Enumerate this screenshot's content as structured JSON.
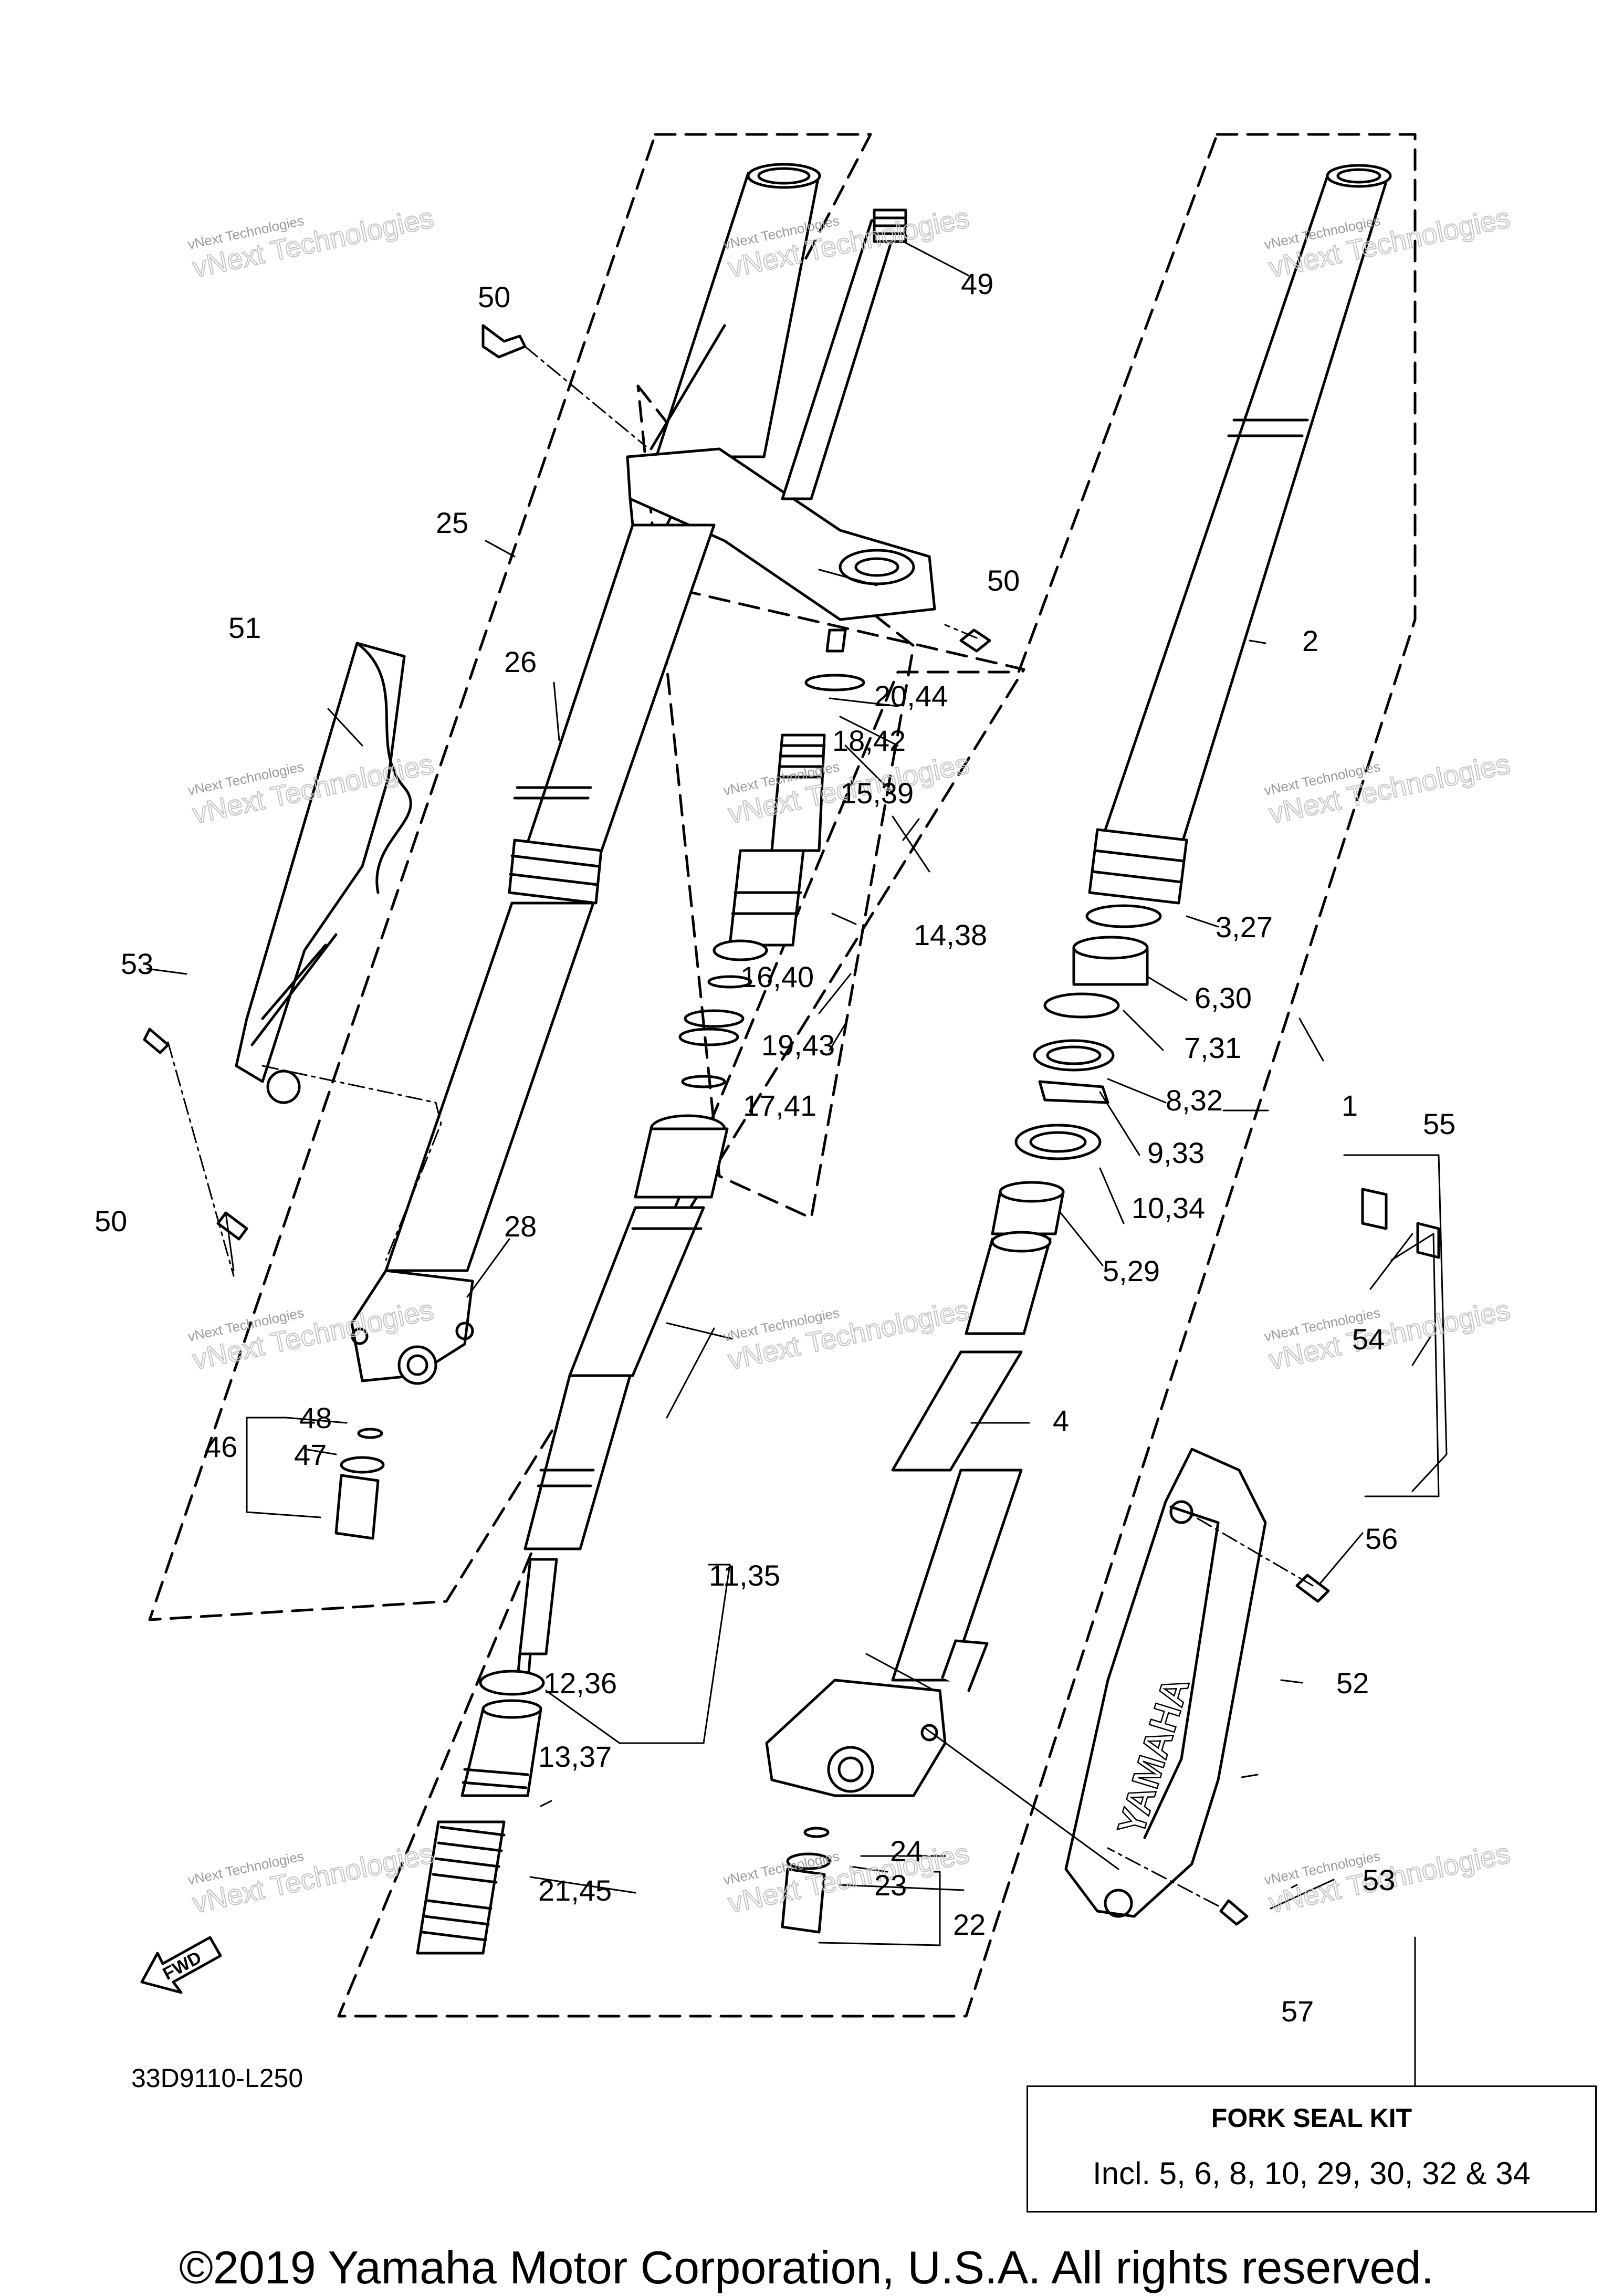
{
  "parts": [
    {
      "id": "p1",
      "label": "1"
    },
    {
      "id": "p2",
      "label": "2"
    },
    {
      "id": "p3",
      "label": "3,27"
    },
    {
      "id": "p4",
      "label": "4"
    },
    {
      "id": "p5",
      "label": "5,29"
    },
    {
      "id": "p6",
      "label": "6,30"
    },
    {
      "id": "p7",
      "label": "7,31"
    },
    {
      "id": "p8",
      "label": "8,32"
    },
    {
      "id": "p9",
      "label": "9,33"
    },
    {
      "id": "p10",
      "label": "10,34"
    },
    {
      "id": "p11",
      "label": "11,35"
    },
    {
      "id": "p12",
      "label": "12,36"
    },
    {
      "id": "p13",
      "label": "13,37"
    },
    {
      "id": "p14",
      "label": "14,38"
    },
    {
      "id": "p15",
      "label": "15,39"
    },
    {
      "id": "p16",
      "label": "16,40"
    },
    {
      "id": "p17",
      "label": "17,41"
    },
    {
      "id": "p18",
      "label": "18,42"
    },
    {
      "id": "p19",
      "label": "19,43"
    },
    {
      "id": "p20",
      "label": "20,44"
    },
    {
      "id": "p21",
      "label": "21,45"
    },
    {
      "id": "p22",
      "label": "22"
    },
    {
      "id": "p23",
      "label": "23"
    },
    {
      "id": "p24",
      "label": "24"
    },
    {
      "id": "p25",
      "label": "25"
    },
    {
      "id": "p26",
      "label": "26"
    },
    {
      "id": "p28",
      "label": "28"
    },
    {
      "id": "p46",
      "label": "46"
    },
    {
      "id": "p47",
      "label": "47"
    },
    {
      "id": "p48",
      "label": "48"
    },
    {
      "id": "p49",
      "label": "49"
    },
    {
      "id": "p50a",
      "label": "50"
    },
    {
      "id": "p50b",
      "label": "50"
    },
    {
      "id": "p50c",
      "label": "50"
    },
    {
      "id": "p51",
      "label": "51"
    },
    {
      "id": "p52",
      "label": "52"
    },
    {
      "id": "p53a",
      "label": "53"
    },
    {
      "id": "p53b",
      "label": "53"
    },
    {
      "id": "p54",
      "label": "54"
    },
    {
      "id": "p55",
      "label": "55"
    },
    {
      "id": "p56",
      "label": "56"
    },
    {
      "id": "p57",
      "label": "57"
    }
  ],
  "diagram_code": "33D9110-L250",
  "fwd_label": "FWD",
  "brand_on_guard": "YAMAHA",
  "watermark": {
    "line1": "vNext Technologies",
    "line2": "vNext Technologies"
  },
  "kit": {
    "title": "FORK SEAL KIT",
    "includes": "Incl. 5, 6, 8, 10, 29, 30, 32 & 34"
  },
  "copyright": "©2019 Yamaha Motor Corporation, U.S.A. All rights reserved."
}
